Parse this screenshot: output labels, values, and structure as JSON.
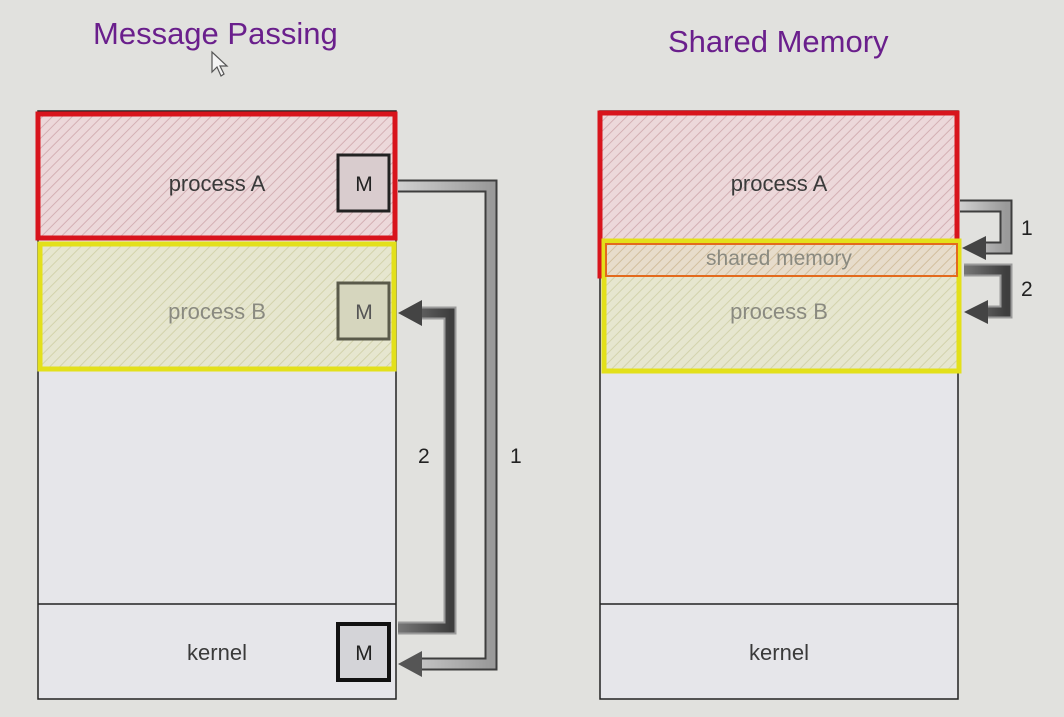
{
  "titles": {
    "message_passing": "Message Passing",
    "shared_memory": "Shared Memory"
  },
  "message_passing": {
    "process_a": "process A",
    "process_b": "process B",
    "kernel": "kernel",
    "message_box": "M",
    "arrow_1_label": "1",
    "arrow_2_label": "2"
  },
  "shared_memory": {
    "process_a": "process A",
    "shared_region": "shared memory",
    "process_b": "process B",
    "kernel": "kernel",
    "arrow_1_label": "1",
    "arrow_2_label": "2"
  },
  "colors": {
    "title": "#6a1f8c",
    "process_a_border": "#d8141c",
    "process_b_border": "#e3e01a",
    "arrow_dark": "#555555",
    "arrow_light": "#b4b4b4"
  }
}
